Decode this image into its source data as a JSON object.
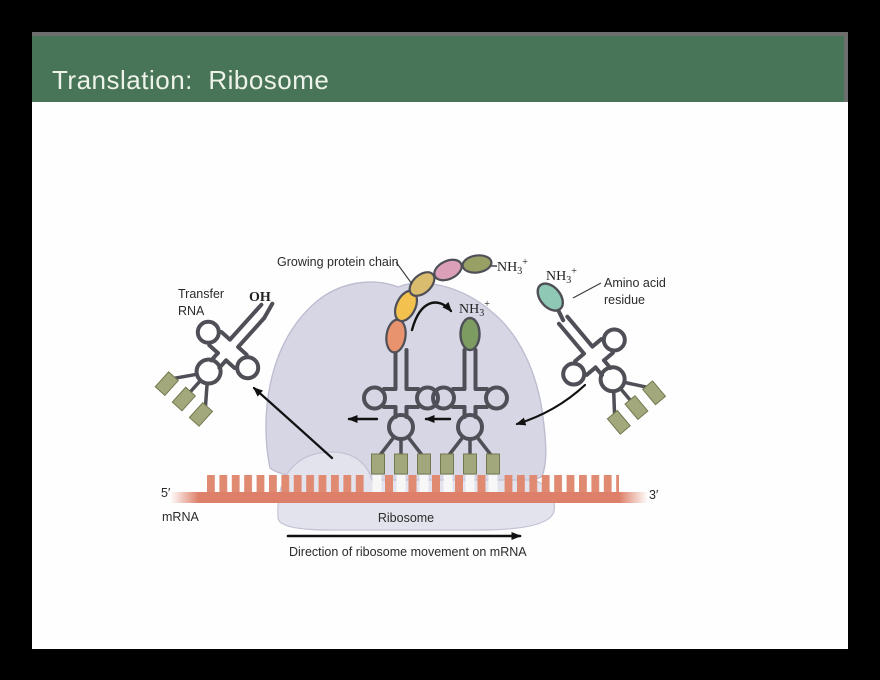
{
  "slide": {
    "title": "Translation:  Ribosome"
  },
  "diagram": {
    "labels": {
      "growing_chain": "Growing protein chain",
      "transfer_rna_1": "Transfer",
      "transfer_rna_2": "RNA",
      "oh": "OH",
      "nh3_base": "NH",
      "nh3_sub": "3",
      "nh3_sup": "+",
      "amino_acid_1": "Amino acid",
      "amino_acid_2": "residue",
      "five_prime": "5′",
      "mrna": "mRNA",
      "three_prime": "3′",
      "ribosome": "Ribosome",
      "direction": "Direction of ribosome movement on mRNA"
    },
    "colors": {
      "header_green": "#487458",
      "ribosome_large": "#d6d6e4",
      "ribosome_small": "#e3e3ed",
      "ribosome_outline": "#bdbdd1",
      "mrna_tooth": "#e08a72",
      "mrna_bar": "#de8069",
      "trna_stroke": "#4f4f57",
      "codon_square": "#a3a87c",
      "codon_square_edge": "#74784f",
      "bead_orange": "#e8926e",
      "bead_yellow": "#f2c14e",
      "bead_khaki": "#d9bc6d",
      "bead_pink": "#dba0b8",
      "bead_olive": "#99a066",
      "amino_green": "#7d9c61",
      "amino_teal": "#8fc9b5",
      "oh_red": "#c23b4e"
    }
  }
}
